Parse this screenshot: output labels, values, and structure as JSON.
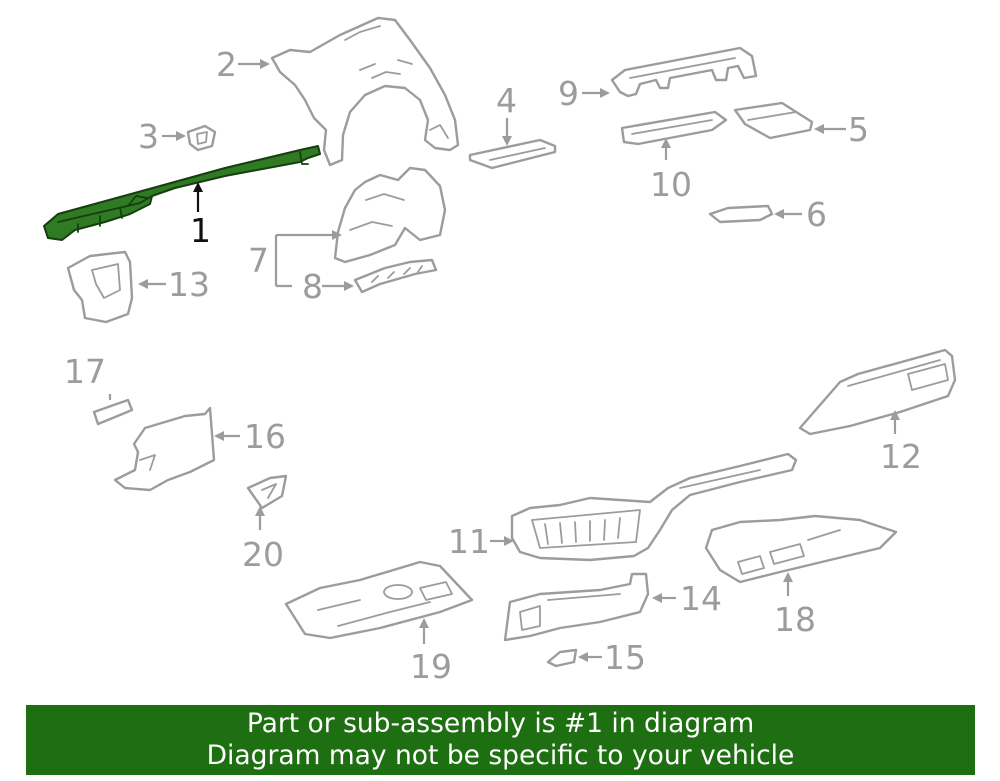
{
  "diagram": {
    "highlighted_part": "1",
    "callouts": [
      "1",
      "2",
      "3",
      "4",
      "5",
      "6",
      "7",
      "8",
      "9",
      "10",
      "11",
      "12",
      "13",
      "14",
      "15",
      "16",
      "17",
      "18",
      "19",
      "20"
    ]
  },
  "banner": {
    "line1": "Part or sub-assembly is #1 in diagram",
    "line2": "Diagram may not be specific to your vehicle",
    "background_color": "#1e6e12",
    "text_color": "#ffffff"
  },
  "colors": {
    "highlight_fill": "#2f7a22",
    "line_gray": "#9c9c9c"
  }
}
